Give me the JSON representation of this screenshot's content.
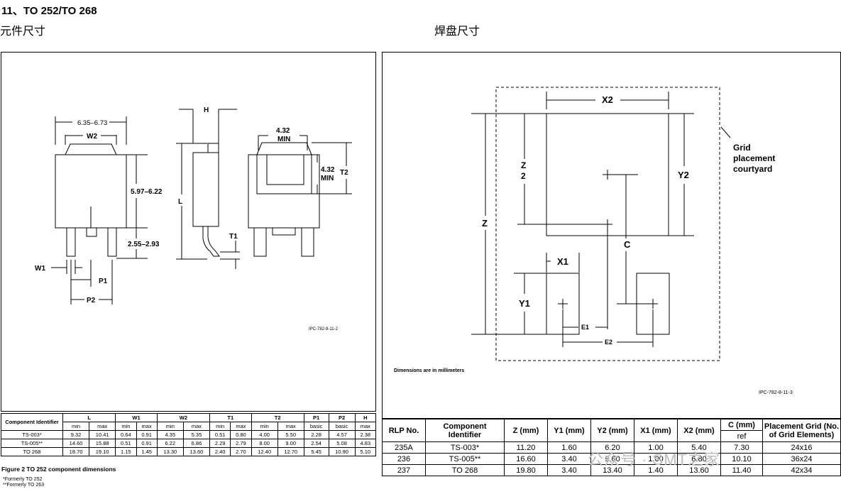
{
  "section_title": "11、TO 252/TO 268",
  "left_heading": "元件尺寸",
  "right_heading": "焊盘尺寸",
  "left_drawing": {
    "dims": {
      "top_width": "6.35–6.73",
      "w2": "W2",
      "h": "H",
      "height": "5.97–6.22",
      "l": "L",
      "t1": "T1",
      "lead": "2.55–2.93",
      "w1": "W1",
      "p1": "P1",
      "p2": "P2",
      "min_w": "4.32",
      "min_w2": "MIN",
      "min_h": "4.32",
      "min_h2": "MIN",
      "t2": "T2"
    },
    "ref": "IPC-782-8-11-2"
  },
  "left_table": {
    "headers": [
      "Component Identifier",
      "L",
      "W1",
      "W2",
      "T1",
      "T2",
      "P1",
      "P2",
      "H"
    ],
    "subheaders": [
      "min",
      "max",
      "min",
      "max",
      "min",
      "max",
      "min",
      "max",
      "min",
      "max",
      "basic",
      "basic",
      "max"
    ],
    "rows": [
      [
        "TS-003*",
        "9.32",
        "10.41",
        "0.64",
        "0.91",
        "4.35",
        "5.35",
        "0.51",
        "0.80",
        "4.00",
        "5.50",
        "2.28",
        "4.57",
        "2.38"
      ],
      [
        "TS-005**",
        "14.60",
        "15.88",
        "0.51",
        "0.91",
        "6.22",
        "6.86",
        "2.29",
        "2.79",
        "8.00",
        "9.00",
        "2.54",
        "5.08",
        "4.83"
      ],
      [
        "TO 268",
        "18.70",
        "19.10",
        "1.15",
        "1.45",
        "13.30",
        "13.60",
        "2.40",
        "2.70",
        "12.40",
        "12.70",
        "5.45",
        "10.90",
        "5.10"
      ]
    ],
    "caption": "Figure 2   TO 252 component dimensions",
    "note1": "*Formerly TO 252",
    "note2": "**Formerly TO 263"
  },
  "right_drawing": {
    "labels": {
      "x2": "X2",
      "y2": "Y2",
      "z": "Z",
      "z2_num": "Z",
      "z2_den": "2",
      "c": "C",
      "x1": "X1",
      "y1": "Y1",
      "e1": "E1",
      "e2": "E2"
    },
    "grid_line1": "Grid",
    "grid_line2": "placement",
    "grid_line3": "courtyard",
    "units_note": "Dimensions are in millimeters",
    "ref": "IPC-782-8-11-3"
  },
  "right_table": {
    "headers": [
      "RLP No.",
      "Component Identifier",
      "Z (mm)",
      "Y1 (mm)",
      "Y2 (mm)",
      "X1 (mm)",
      "X2 (mm)",
      "C (mm)",
      "Placement Grid (No. of Grid Elements)"
    ],
    "c_sub": "ref",
    "rows": [
      [
        "235A",
        "TS-003*",
        "11.20",
        "1.60",
        "6.20",
        "1.00",
        "5.40",
        "7.30",
        "24x16"
      ],
      [
        "236",
        "TS-005**",
        "16.60",
        "3.40",
        "9.60",
        "1.00",
        "6.80",
        "10.10",
        "36x24"
      ],
      [
        "237",
        "TO 268",
        "19.80",
        "3.40",
        "13.40",
        "1.40",
        "13.60",
        "11.40",
        "42x34"
      ]
    ]
  },
  "watermark": "公众号 · SMT之家"
}
